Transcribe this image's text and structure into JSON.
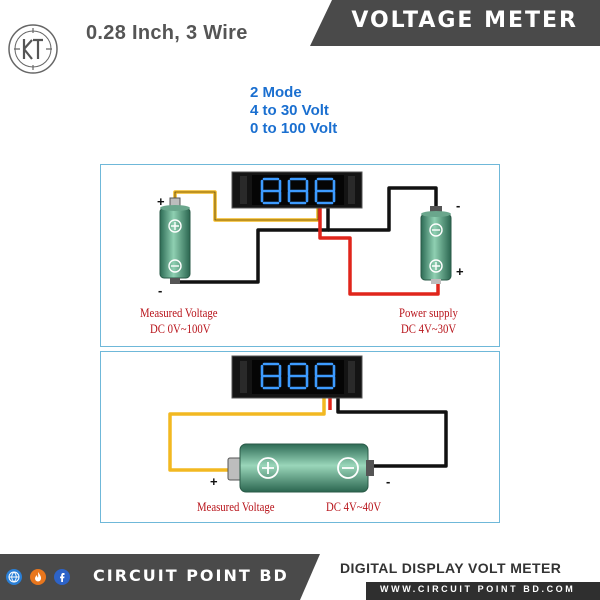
{
  "header": {
    "spec": "0.28 Inch, 3 Wire",
    "title": "VOLTAGE METER"
  },
  "modes": [
    "2 Mode",
    "4 to 30 Volt",
    "0 to 100 Volt"
  ],
  "diagram1": {
    "left_label_1": "Measured  Voltage",
    "left_label_2": "DC 0V~100V",
    "right_label_1": "Power supply",
    "right_label_2": "DC 4V~30V",
    "plus": "+",
    "minus": "-"
  },
  "diagram2": {
    "label_1": "Measured  Voltage",
    "label_2": "DC 4V~40V",
    "plus": "+",
    "minus": "-"
  },
  "footer": {
    "brand": "CIRCUIT POINT BD",
    "subtitle": "DIGITAL DISPLAY VOLT METER",
    "url": "WWW.CIRCUIT POINT BD.COM"
  },
  "colors": {
    "banner": "#4a4a4a",
    "accent_blue": "#1a6fd0",
    "label_red": "#b8141b",
    "panel_border": "#6fb8d9",
    "digit_blue": "#3d9bff",
    "wire_yellow": "#f2b821",
    "wire_red": "#e0251b",
    "wire_black": "#111111"
  },
  "icons": [
    "kt-logo",
    "globe-icon",
    "fire-icon",
    "facebook-icon"
  ]
}
